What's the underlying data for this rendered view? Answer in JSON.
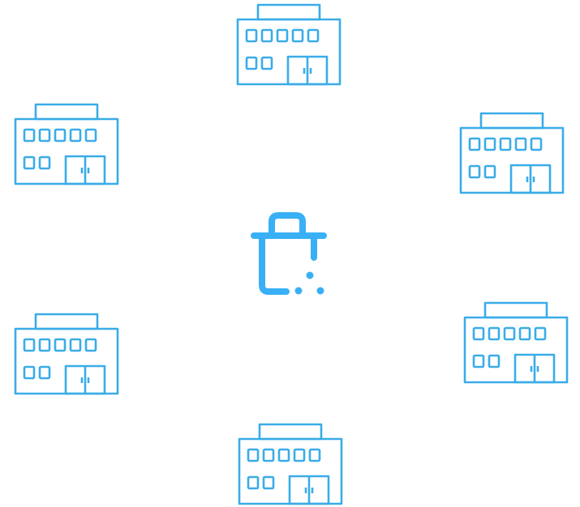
{
  "colors": {
    "building_stroke": "#3aace8",
    "center_icon": "#39b0f5",
    "background": "#ffffff"
  },
  "icons": {
    "building": "office-building-icon",
    "center": "trash-bin-icon"
  },
  "buildings": [
    {
      "name": "building-top"
    },
    {
      "name": "building-upper-left"
    },
    {
      "name": "building-upper-right"
    },
    {
      "name": "building-lower-left"
    },
    {
      "name": "building-lower-right"
    },
    {
      "name": "building-bottom"
    }
  ]
}
